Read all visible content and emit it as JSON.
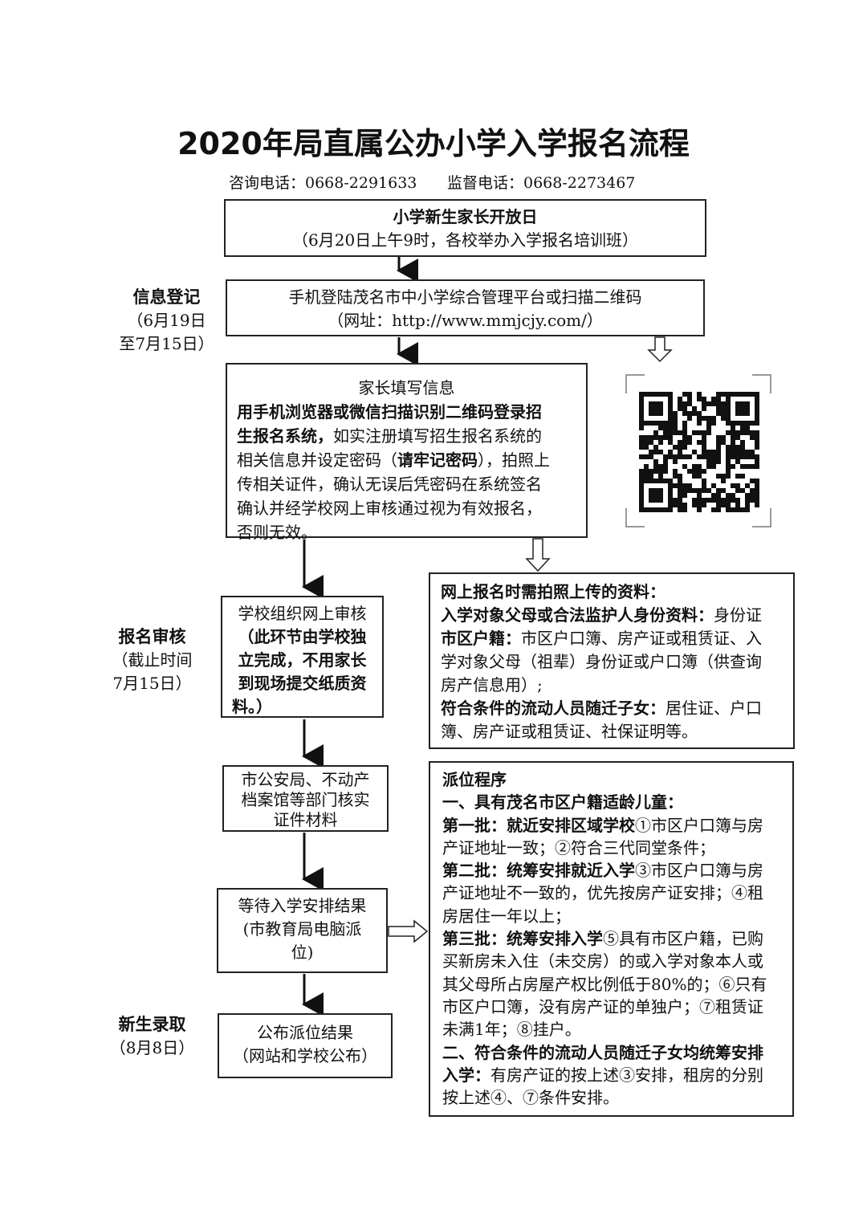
{
  "title": "2020年局直属公办小学入学报名流程",
  "contact": {
    "consult": "咨询电话：0668-2291633",
    "supervise": "监督电话：0668-2273467"
  },
  "side_labels": {
    "info": {
      "title": "信息登记",
      "l1": "（6月19日",
      "l2": "至7月15日）"
    },
    "review": {
      "title": "报名审核",
      "l1": "（截止时间",
      "l2": "7月15日）"
    },
    "admit": {
      "title": "新生录取",
      "l1": "（8月8日）"
    }
  },
  "step1": {
    "title": "小学新生家长开放日",
    "detail": "（6月20日上午9时，各校举办入学报名培训班）"
  },
  "step2": {
    "l1": "手机登陆茂名市中小学综合管理平台或扫描二维码",
    "l2": "（网址：http://www.mmjcjy.com/）"
  },
  "step3": {
    "title": "家长填写信息",
    "l1": "用手机浏览器或微信扫描识别二维码登录招",
    "l2b": "生报名系统，",
    "l2": "如实注册填写招生报名系统的",
    "l3a": "相关信息并设定密码（",
    "l3b": "请牢记密码",
    "l3c": "），拍照上",
    "l4": "传相关证件，确认无误后凭密码在系统签名",
    "l5": "确认并经学校网上审核通过视为有效报名，",
    "l6": "否则无效。"
  },
  "step4": {
    "l1": "学校组织网上审核",
    "l2": "（此环节由学校独",
    "l3": "立完成，不用家长",
    "l4": "到现场提交纸质资",
    "l5": "料。）"
  },
  "step5": {
    "l1": "市公安局、不动产",
    "l2": "档案馆等部门核实",
    "l3": "证件材料"
  },
  "step6": {
    "l1": "等待入学安排结果",
    "l2": "(市教育局电脑派",
    "l3": "位)"
  },
  "step7": {
    "l1": "公布派位结果",
    "l2": "（网站和学校公布）"
  },
  "materials": {
    "title": "网上报名时需拍照上传的资料：",
    "r1b": "入学对象父母或合法监护人身份资料：",
    "r1": "身份证",
    "r2b": "市区户籍：",
    "r2": "市区户口簿、房产证或租赁证、入",
    "r3": "学对象父母（祖辈）身份证或户口簿（供查询",
    "r4": "房产信息用）;",
    "r5b": "符合条件的流动人员随迁子女：",
    "r5": "居住证、户口",
    "r6": "簿、房产证或租赁证、社保证明等。"
  },
  "allocation": {
    "title": "派位程序",
    "h1": "一、具有茂名市区户籍适龄儿童：",
    "b1b": "第一批：就近安排区域学校",
    "b1": "①市区户口簿与房",
    "b1l2": "产证地址一致；②符合三代同堂条件；",
    "b2b": "第二批：统筹安排就近入学",
    "b2": "③市区户口簿与房",
    "b2l2": "产证地址不一致的，优先按房产证安排；④租",
    "b2l3": "房居住一年以上；",
    "b3b": "第三批：统筹安排入学",
    "b3": "⑤具有市区户籍，已购",
    "b3l2": "买新房未入住（未交房）的或入学对象本人或",
    "b3l3": "其父母所占房屋产权比例低于80%的；⑥只有",
    "b3l4": "市区户口簿，没有房产证的单独户；⑦租赁证",
    "b3l5": "未满1年；⑧挂户。",
    "h2": "二、符合条件的流动人员随迁子女均统筹安排",
    "h2l2b": "入学：",
    "h2l2": "有房产证的按上述③安排，租房的分别",
    "h2l3": "按上述④、⑦条件安排。"
  }
}
